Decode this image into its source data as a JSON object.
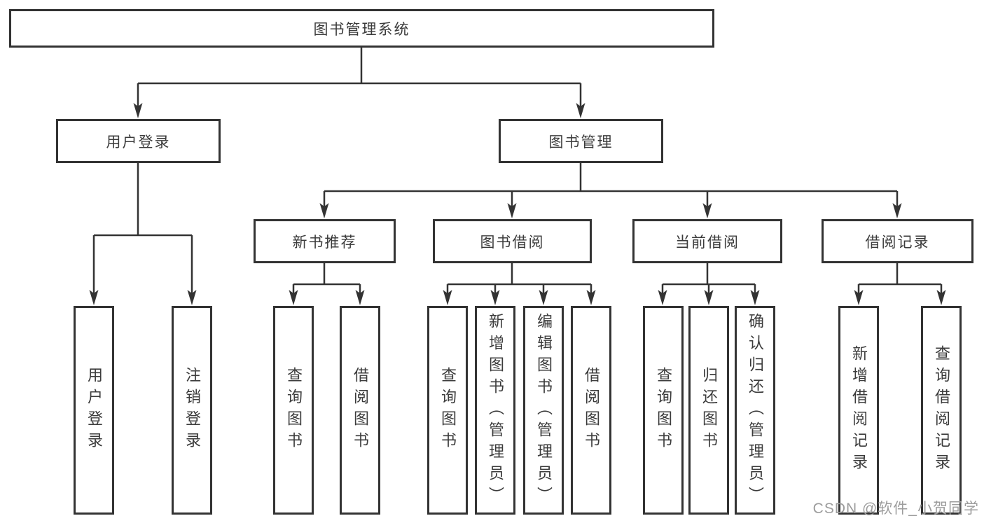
{
  "colors": {
    "line": "#333333",
    "text": "#3b3b3b",
    "box-bg": "#ffffff",
    "watermark": "#9c9c9c"
  },
  "tree": {
    "root": "图书管理系统",
    "branches": [
      {
        "label": "用户登录",
        "children": [
          "用户登录",
          "注销登录"
        ]
      },
      {
        "label": "图书管理",
        "sub": [
          {
            "label": "新书推荐",
            "children": [
              "查询图书",
              "借阅图书"
            ]
          },
          {
            "label": "图书借阅",
            "children": [
              "查询图书",
              "新增图书（管理员）",
              "编辑图书（管理员）",
              "借阅图书"
            ]
          },
          {
            "label": "当前借阅",
            "children": [
              "查询图书",
              "归还图书",
              "确认归还（管理员）"
            ]
          },
          {
            "label": "借阅记录",
            "children": [
              "新增借阅记录",
              "查询借阅记录"
            ]
          }
        ]
      }
    ]
  },
  "watermark": "CSDN @软件_小贺同学"
}
